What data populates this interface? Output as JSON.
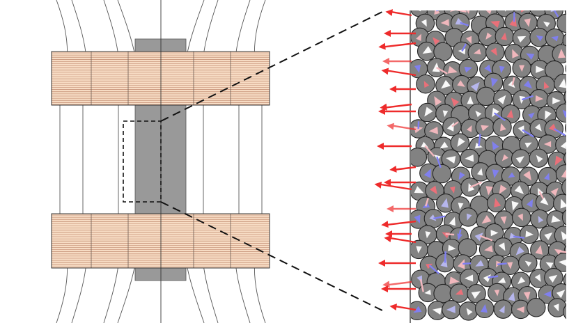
{
  "figure": {
    "left_panel": {
      "electrodes": [
        "upper-electrode-plate",
        "lower-electrode-plate"
      ],
      "sample": "sample-bar",
      "zoom_box": "dashed-zoom-box"
    },
    "right_panel": {
      "particles": "particle-packing",
      "boundary": "sample-boundary-line",
      "flux_arrows": "boundary-flux-arrows",
      "orientation_markers": "particle-orientation-markers"
    }
  },
  "colors": {
    "background": "#ffffff",
    "electrode_fill": "#f7dcc4",
    "electrode_stripe": "#b3765a",
    "electrode_edge": "#333333",
    "sample_fill": "#999999",
    "sample_edge": "#555555",
    "field_line": "#555555",
    "particle_fill": "#828282",
    "particle_edge": "#222222",
    "boundary_line": "#777777",
    "arrow_red": "#ee2b2b",
    "marker_white": "#ffffff",
    "marker_pink": "#f6b9bf",
    "marker_red": "#ef6f78",
    "marker_blue": "#7f7ff2",
    "marker_lightblue": "#b8b8f2"
  }
}
